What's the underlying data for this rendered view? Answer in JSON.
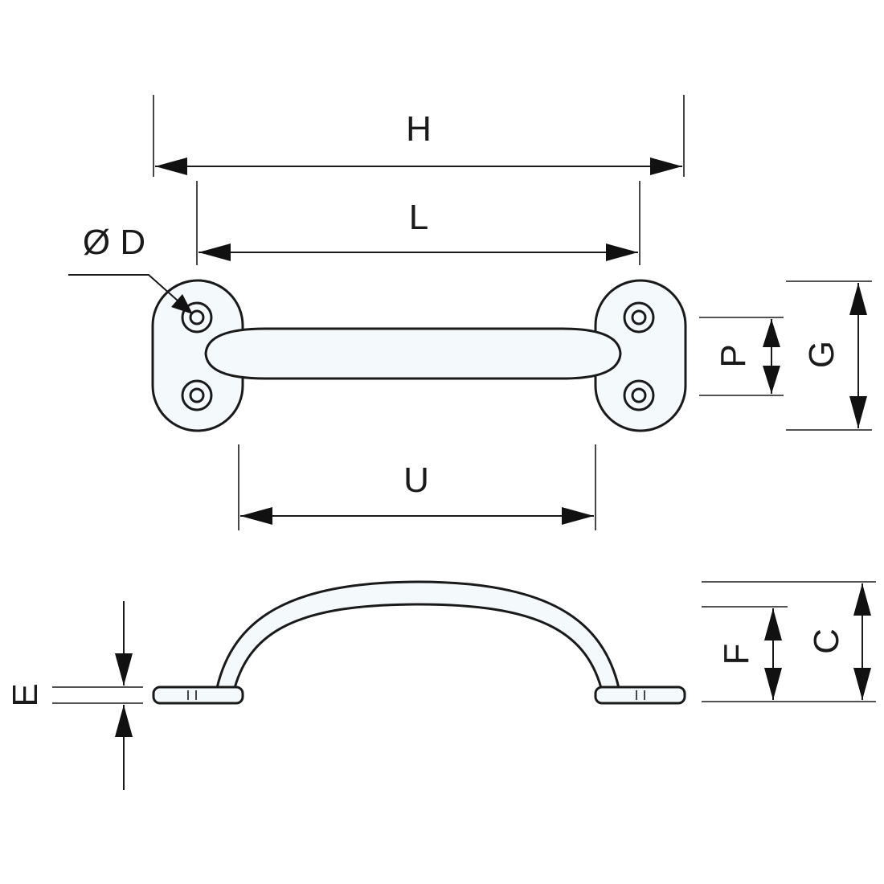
{
  "labels": {
    "H": "H",
    "L": "L",
    "D": "Ø D",
    "U": "U",
    "P": "P",
    "G": "G",
    "E": "E",
    "F": "F",
    "C": "C"
  },
  "colors": {
    "part_fill": "#f4f9fb",
    "line": "#1a1a1a"
  }
}
